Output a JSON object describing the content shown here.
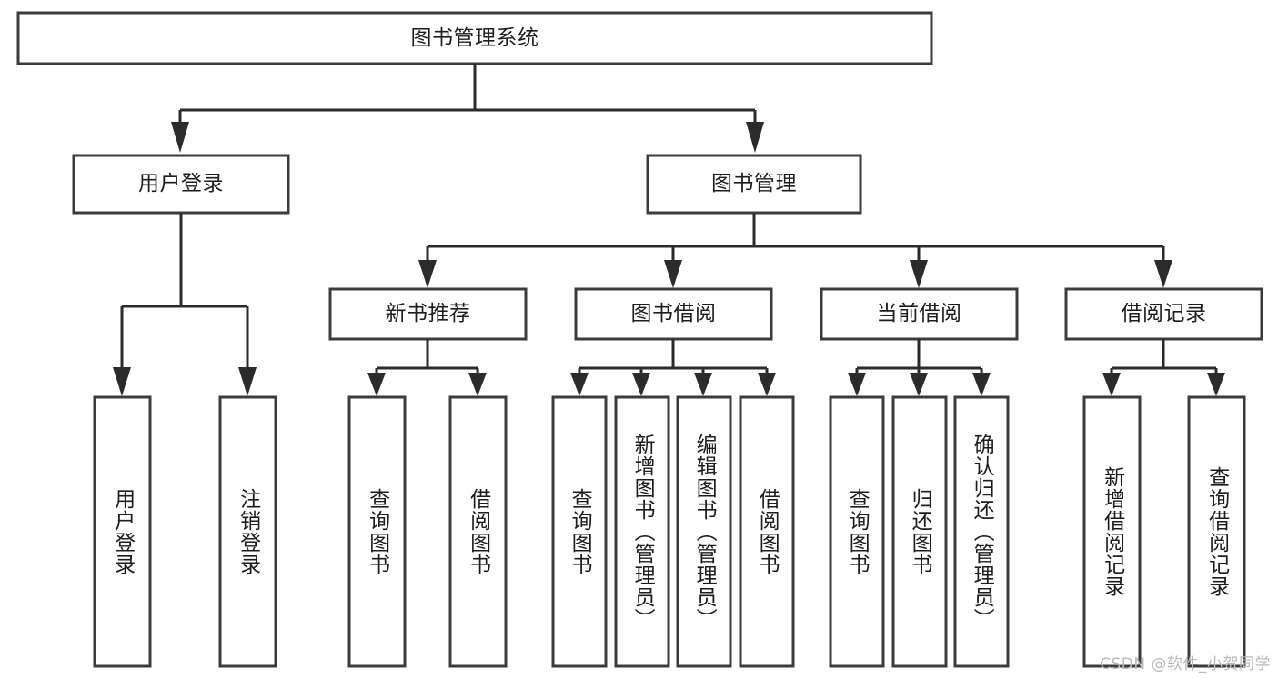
{
  "diagram": {
    "title": "图书管理系统",
    "type": "tree-hierarchy-diagram",
    "root": {
      "label": "图书管理系统"
    },
    "level2": [
      {
        "label": "用户登录"
      },
      {
        "label": "图书管理"
      }
    ],
    "level3": [
      {
        "label": "新书推荐"
      },
      {
        "label": "图书借阅"
      },
      {
        "label": "当前借阅"
      },
      {
        "label": "借阅记录"
      }
    ],
    "leaves": {
      "user_login": [
        {
          "label": "用户登录"
        },
        {
          "label": "注销登录"
        }
      ],
      "new_book_recommend": [
        {
          "label": "查询图书"
        },
        {
          "label": "借阅图书"
        }
      ],
      "book_borrow": [
        {
          "label": "查询图书"
        },
        {
          "label": "新增图书（管理员）"
        },
        {
          "label": "编辑图书（管理员）"
        },
        {
          "label": "借阅图书"
        }
      ],
      "current_borrow": [
        {
          "label": "查询图书"
        },
        {
          "label": "归还图书"
        },
        {
          "label": "确认归还（管理员）"
        }
      ],
      "borrow_record": [
        {
          "label": "新增借阅记录"
        },
        {
          "label": "查询借阅记录"
        }
      ]
    }
  },
  "watermark": {
    "text": "CSDN @软件_小贺同学"
  },
  "colors": {
    "box_border": "#3b3b3b",
    "connector": "#2b2b2b",
    "background": "#ffffff",
    "text": "#1d1d1d",
    "watermark": "#b9b9b9"
  }
}
